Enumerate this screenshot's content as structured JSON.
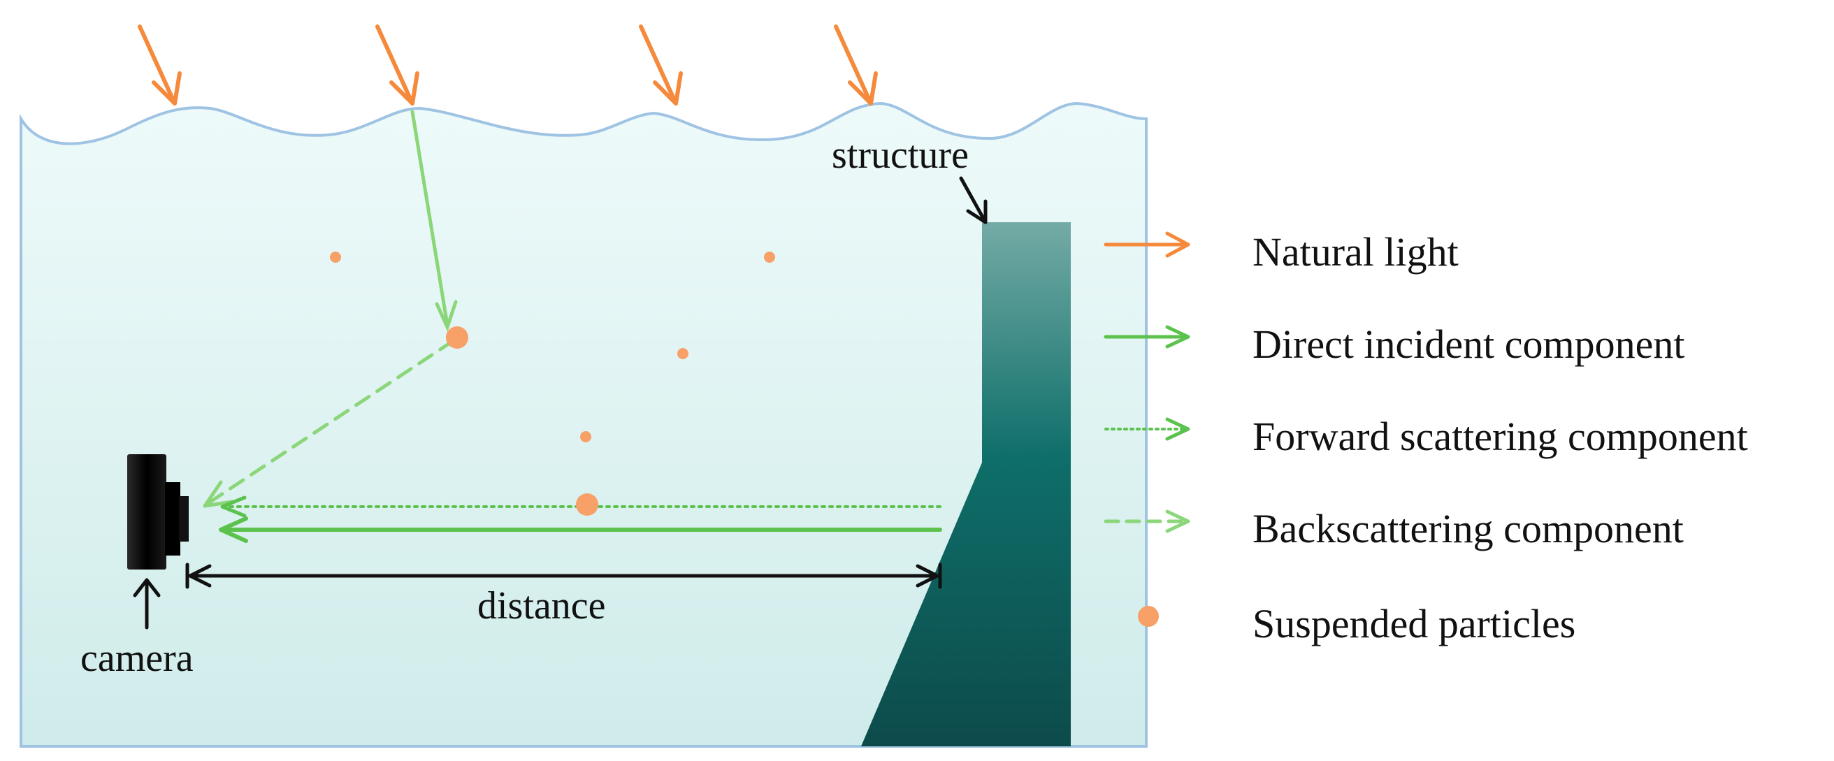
{
  "diagram": {
    "labels": {
      "structure": "structure",
      "camera": "camera",
      "distance": "distance"
    }
  },
  "legend": {
    "items": [
      {
        "key": "natural-light",
        "label": "Natural light",
        "color": "#F58A3C",
        "style": "solid-arrow"
      },
      {
        "key": "direct-incident",
        "label": "Direct incident component",
        "color": "#5CC24E",
        "style": "solid-arrow"
      },
      {
        "key": "forward-scattering",
        "label": "Forward scattering component",
        "color": "#5CC24E",
        "style": "dotted-arrow"
      },
      {
        "key": "backscattering",
        "label": "Backscattering component",
        "color": "#8CD67A",
        "style": "dashed-arrow"
      },
      {
        "key": "suspended-particles",
        "label": "Suspended particles",
        "color": "#F7A067",
        "style": "dot"
      }
    ]
  },
  "colors": {
    "water_fill_top": "#EAF9F9",
    "water_fill_bottom": "#D0EDEB",
    "water_border": "#9FC3E3",
    "structure_top": "#6FA7A2",
    "structure_mid": "#0C6B66",
    "structure_bottom": "#0E4F4E",
    "natural_light": "#F58A3C",
    "direct_incident": "#5CC24E",
    "backscatter": "#8CD67A",
    "particle": "#F7A067",
    "camera": "#111111",
    "annotation": "#111111"
  }
}
